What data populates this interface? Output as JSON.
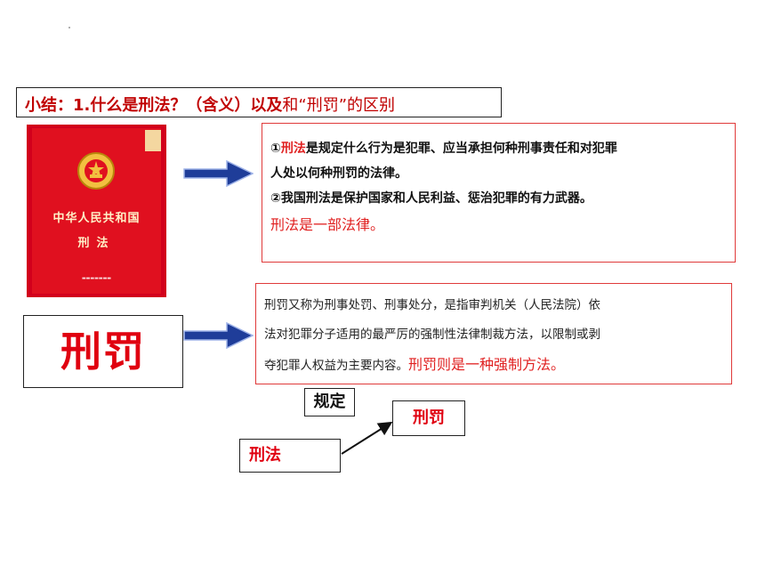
{
  "title": {
    "main": "小结：1.什么是刑法？（含义）以及",
    "rest": "和“刑罚”的区别"
  },
  "book": {
    "cover_title": "中华人民共和国",
    "cover_subtitle": "刑法"
  },
  "definition_box": {
    "item1_prefix": "①",
    "item1_keyword": "刑法",
    "item1_rest": "是规定什么行为是犯罪、应当承担何种刑事责任和对犯罪",
    "item1_line2": "人处以何种刑罚的法律。",
    "item2": "②我国刑法是保护国家和人民利益、惩治犯罪的有力武器。",
    "summary": "刑法是一部法律。"
  },
  "penalty_box": {
    "line1": "刑罚又称为刑事处罚、刑事处分，是指审判机关（人民法院）依",
    "line2": "法对犯罪分子适用的最严厉的强制性法律制裁方法，以限制或剥",
    "line3": "夺犯罪人权益为主要内容。",
    "summary": "刑罚则是一种强制方法。"
  },
  "penalty_label": "刑罚",
  "relation": {
    "verb": "规定",
    "target": "刑罚",
    "source": "刑法"
  },
  "colors": {
    "accent_red": "#e02020",
    "arrow_blue": "#1f3d99",
    "book_red": "#d2001c"
  }
}
